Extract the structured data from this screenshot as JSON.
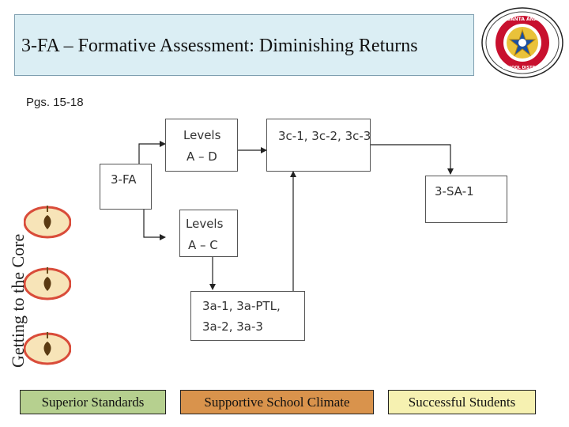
{
  "slide": {
    "title": "3-FA – Formative Assessment: Diminishing Returns",
    "pages": "Pgs. 15-18",
    "vertical_title": "Getting to the Core",
    "logo_text": "SANTA ANA UNIFIED SCHOOL DISTRICT"
  },
  "diagram": {
    "boxes": {
      "fa": "3-FA",
      "levels_ad_line1": "Levels",
      "levels_ad_line2": "A – D",
      "levels_ac_line1": "Levels",
      "levels_ac_line2": "A – C",
      "c_group": "3c-1, 3c-2, 3c-3",
      "a_group_line1": "3a-1, 3a-PTL,",
      "a_group_line2": "3a-2, 3a-3",
      "sa": "3-SA-1"
    }
  },
  "footer": {
    "btn1": "Superior Standards",
    "btn2": "Supportive School Climate",
    "btn3": "Successful Students"
  },
  "colors": {
    "title_bg": "#dbeef4",
    "btn1_bg": "#b6d08f",
    "btn2_bg": "#d9934c",
    "btn3_bg": "#f6f1b1"
  }
}
